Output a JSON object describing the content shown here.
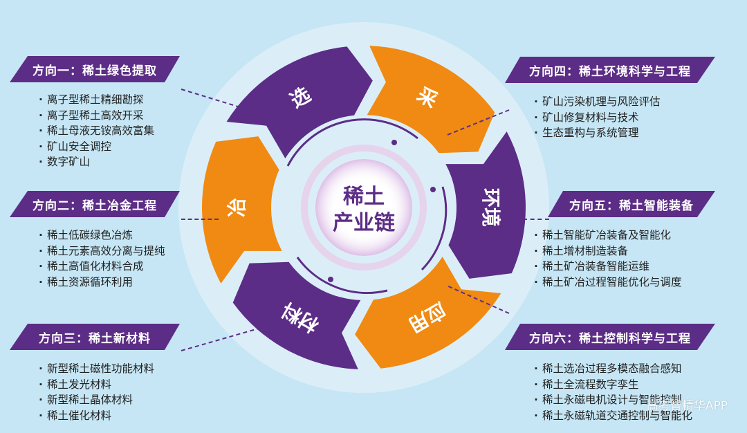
{
  "center_title": [
    "稀土",
    "产业链"
  ],
  "cycle": [
    {
      "label": "选",
      "color": "#5c2d86"
    },
    {
      "label": "采",
      "color": "#f08a12"
    },
    {
      "label": "环境",
      "color": "#5c2d86"
    },
    {
      "label": "应用",
      "color": "#f08a12"
    },
    {
      "label": "材料",
      "color": "#5c2d86"
    },
    {
      "label": "冶",
      "color": "#f08a12"
    }
  ],
  "directions": [
    {
      "title": "方向一：稀土绿色提取",
      "items": [
        "离子型稀土精细勘探",
        "离子型稀土高效开采",
        "稀土母液无铵高效富集",
        "矿山安全调控",
        "数字矿山"
      ]
    },
    {
      "title": "方向二：稀土冶金工程",
      "items": [
        "稀土低碳绿色冶炼",
        "稀土元素高效分离与提纯",
        "稀土高值化材料合成",
        "稀土资源循环利用"
      ]
    },
    {
      "title": "方向三：稀土新材料",
      "items": [
        "新型稀土磁性功能材料",
        "稀土发光材料",
        "新型稀土晶体材料",
        "稀土催化材料"
      ]
    },
    {
      "title": "方向四：稀土环境科学与工程",
      "items": [
        "矿山污染机理与风险评估",
        "矿山修复材料与技术",
        "生态重构与系统管理"
      ]
    },
    {
      "title": "方向五：稀土智能装备",
      "items": [
        "稀土智能矿冶装备及智能化",
        "稀土增材制造装备",
        "稀土矿冶装备智能运维",
        "稀土矿冶过程智能优化与调度"
      ]
    },
    {
      "title": "方向六：稀土控制科学与工程",
      "items": [
        "稀土选冶过程多模态融合感知",
        "稀土全流程数字孪生",
        "稀土永磁电机设计与智能控制",
        "稀土永磁轨道交通控制与智能化"
      ]
    }
  ],
  "watermark": "高考智精华APP",
  "colors": {
    "purple": "#5c2d86",
    "orange": "#f08a12",
    "background": "#c6e6f5"
  }
}
